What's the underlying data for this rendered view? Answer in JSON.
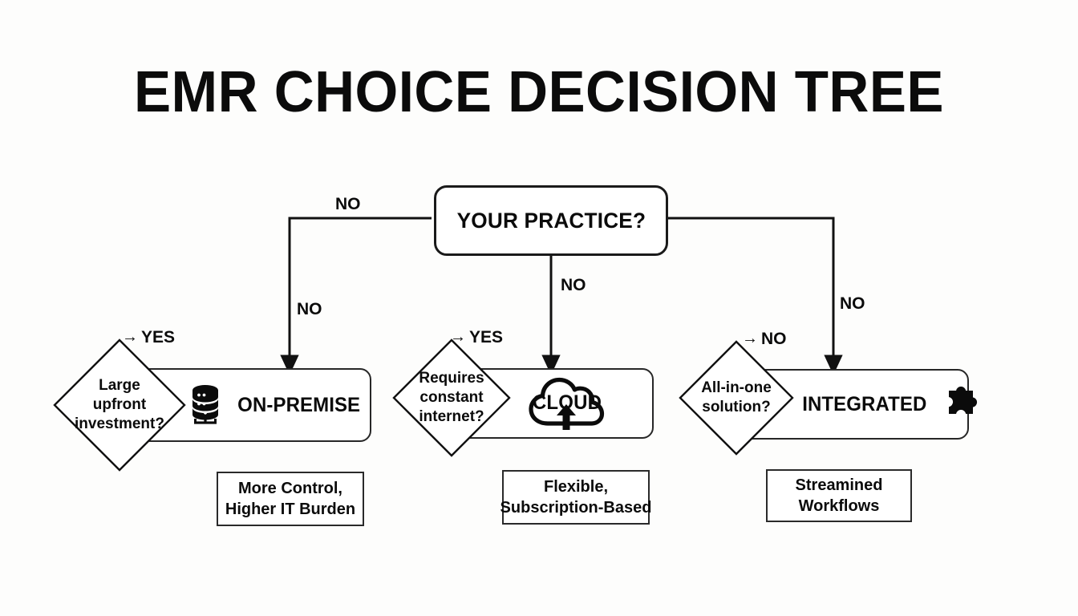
{
  "page": {
    "title": "EMR CHOICE DECISION TREE",
    "background_color": "#fdfdfc",
    "ink_color": "#0b0b0b"
  },
  "root": {
    "label": "YOUR PRACTICE?",
    "shape": "rounded-rectangle"
  },
  "edges": [
    {
      "id": "root-to-left",
      "label": "NO",
      "direction": "left-then-down"
    },
    {
      "id": "left-down",
      "label": "NO",
      "direction": "down"
    },
    {
      "id": "root-to-middle",
      "label": "NO",
      "direction": "down"
    },
    {
      "id": "root-to-right",
      "label": "NO",
      "direction": "right-then-down"
    }
  ],
  "branches": [
    {
      "id": "on-premise",
      "question": {
        "lines": [
          "Large",
          "upfront",
          "investment?"
        ]
      },
      "branch_tag": {
        "arrow": "→",
        "label": "YES"
      },
      "result": {
        "label": "ON-PREMISE",
        "icon": "database-server-icon"
      },
      "note": {
        "lines": [
          "More Control,",
          "Higher IT Burden"
        ]
      }
    },
    {
      "id": "cloud",
      "question": {
        "lines": [
          "Requires",
          "constant",
          "internet?"
        ]
      },
      "branch_tag": {
        "arrow": "→",
        "label": "YES"
      },
      "result": {
        "label": "CLOUD",
        "icon": "cloud-upload-icon"
      },
      "note": {
        "lines": [
          "Flexible,",
          "Subscription-Based"
        ]
      }
    },
    {
      "id": "integrated",
      "question": {
        "lines": [
          "All-in-one",
          "solution?"
        ]
      },
      "branch_tag": {
        "arrow": "→",
        "label": "NO"
      },
      "result": {
        "label": "INTEGRATED",
        "icon": "puzzle-piece-icon"
      },
      "note": {
        "lines": [
          "Streamined",
          "Workflows"
        ]
      }
    }
  ]
}
